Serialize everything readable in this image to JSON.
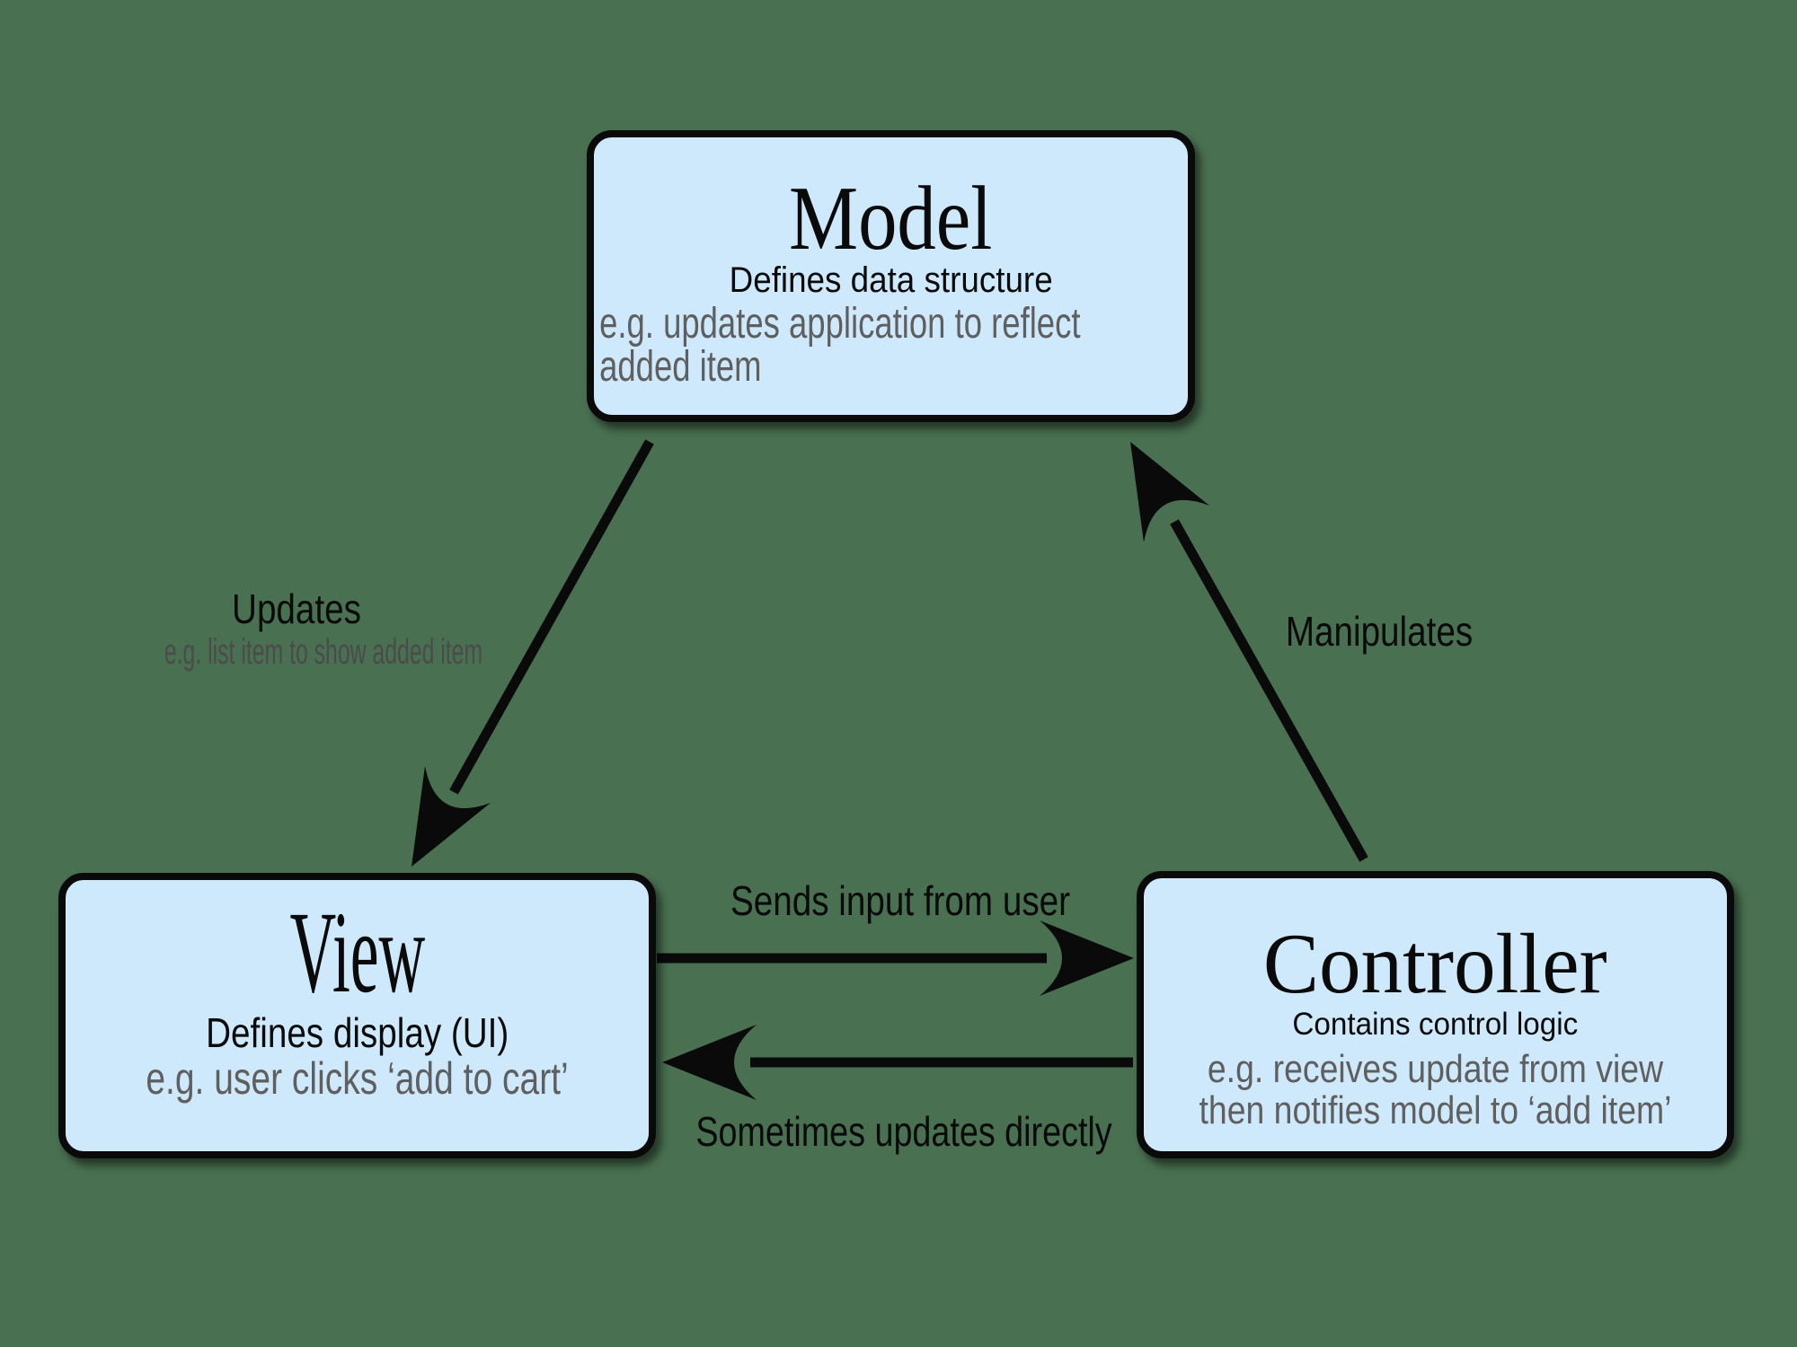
{
  "colors": {
    "background": "#497051",
    "box_fill": "#cfe9fc",
    "box_border": "#0a0a0a",
    "text_primary": "#0a0a0a",
    "text_secondary": "#5f5f5f",
    "text_secondary_dark": "#4b4b4b",
    "arrow": "#0a0a0a"
  },
  "nodes": {
    "model": {
      "title": "Model",
      "subtitle": "Defines data structure",
      "example_line1": "e.g. updates application to reflect",
      "example_line2": "added item"
    },
    "view": {
      "title": "View",
      "subtitle": "Defines display (UI)",
      "example_line1": "e.g. user clicks ‘add to cart’"
    },
    "controller": {
      "title": "Controller",
      "subtitle": "Contains control logic",
      "example_line1": "e.g. receives update from view",
      "example_line2": "then notifies model to ‘add item’"
    }
  },
  "edges": {
    "updates": {
      "label": "Updates",
      "sublabel": "e.g. list item to show added item",
      "from": "Model",
      "to": "View"
    },
    "manipulates": {
      "label": "Manipulates",
      "from": "Controller",
      "to": "Model"
    },
    "sends_input": {
      "label": "Sends input from user",
      "from": "View",
      "to": "Controller"
    },
    "sometimes_updates": {
      "label": "Sometimes updates directly",
      "from": "Controller",
      "to": "View"
    }
  }
}
